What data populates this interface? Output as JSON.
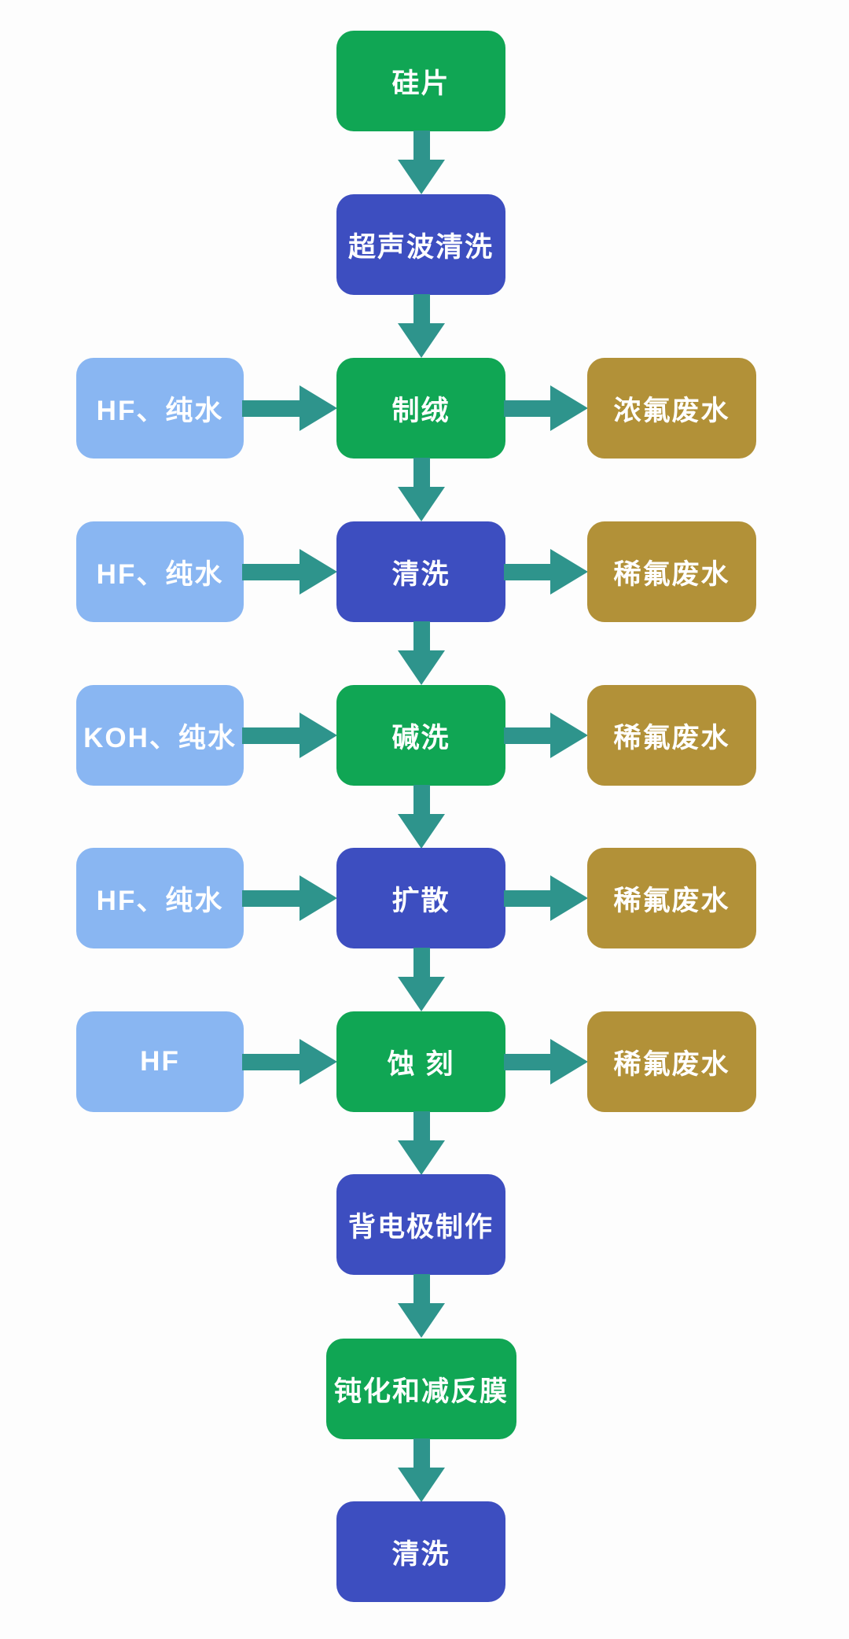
{
  "colors": {
    "green": "#10a654",
    "blue": "#3d4ec0",
    "lightblue": "#89b6f2",
    "gold": "#b29138",
    "teal": "#2e948c",
    "bg": "#fdfdfd",
    "text": "#ffffff"
  },
  "diagram": {
    "type": "process-flowchart",
    "description_visible_text_only": true,
    "rows": [
      {
        "center": {
          "label": "硅片",
          "color": "green"
        }
      },
      {
        "center": {
          "label": "超声波清洗",
          "color": "blue"
        }
      },
      {
        "left": {
          "label": "HF、纯水"
        },
        "center": {
          "label": "制绒",
          "color": "green"
        },
        "right": {
          "label": "浓氟废水"
        }
      },
      {
        "left": {
          "label": "HF、纯水"
        },
        "center": {
          "label": "清洗",
          "color": "blue"
        },
        "right": {
          "label": "稀氟废水"
        }
      },
      {
        "left": {
          "label": "KOH、纯水"
        },
        "center": {
          "label": "碱洗",
          "color": "green"
        },
        "right": {
          "label": "稀氟废水"
        }
      },
      {
        "left": {
          "label": "HF、纯水"
        },
        "center": {
          "label": "扩散",
          "color": "blue"
        },
        "right": {
          "label": "稀氟废水"
        }
      },
      {
        "left": {
          "label": "HF"
        },
        "center": {
          "label": "蚀 刻",
          "color": "green"
        },
        "right": {
          "label": "稀氟废水"
        }
      },
      {
        "center": {
          "label": "背电极制作",
          "color": "blue"
        }
      },
      {
        "center": {
          "label": "钝化和减反膜",
          "color": "green"
        }
      },
      {
        "center": {
          "label": "清洗",
          "color": "blue"
        }
      }
    ],
    "flow_direction": "top-to-bottom",
    "side_inputs_direction": "left-to-center",
    "side_outputs_direction": "center-to-right"
  }
}
